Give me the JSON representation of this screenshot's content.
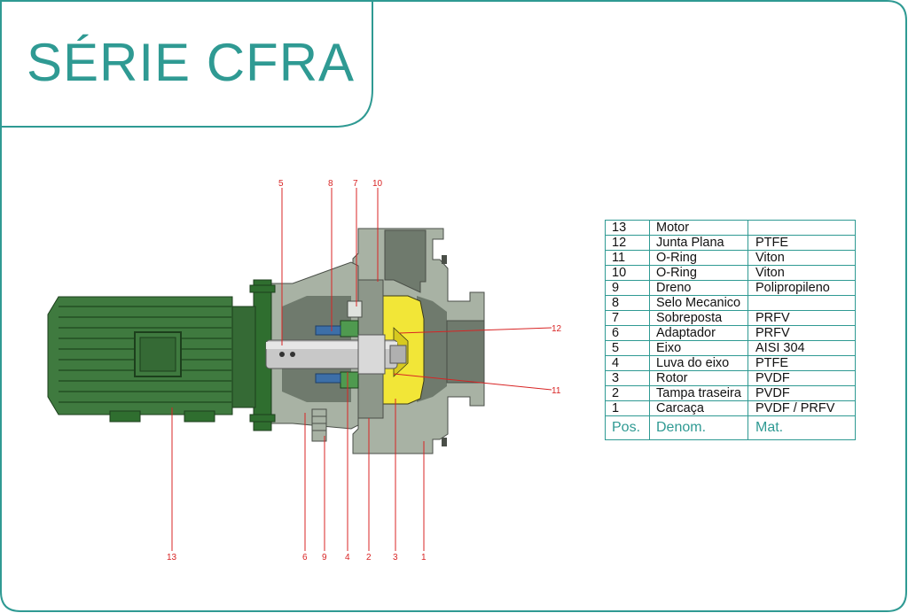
{
  "title": "SÉRIE CFRA",
  "colors": {
    "accent": "#2f9a93",
    "callout": "#d82424",
    "motor": "#3f7a3f",
    "casing": "#a8b2a4",
    "rotor": "#f2e637",
    "shaft": "#c8c8c8"
  },
  "table": {
    "rows": [
      {
        "pos": "13",
        "denom": "Motor",
        "mat": ""
      },
      {
        "pos": "12",
        "denom": "Junta Plana",
        "mat": "PTFE"
      },
      {
        "pos": "11",
        "denom": "O-Ring",
        "mat": "Viton"
      },
      {
        "pos": "10",
        "denom": "O-Ring",
        "mat": "Viton"
      },
      {
        "pos": "9",
        "denom": "Dreno",
        "mat": "Polipropileno"
      },
      {
        "pos": "8",
        "denom": "Selo Mecanico",
        "mat": ""
      },
      {
        "pos": "7",
        "denom": "Sobreposta",
        "mat": "PRFV"
      },
      {
        "pos": "6",
        "denom": "Adaptador",
        "mat": "PRFV"
      },
      {
        "pos": "5",
        "denom": "Eixo",
        "mat": "AISI 304"
      },
      {
        "pos": "4",
        "denom": "Luva do eixo",
        "mat": "PTFE"
      },
      {
        "pos": "3",
        "denom": "Rotor",
        "mat": "PVDF"
      },
      {
        "pos": "2",
        "denom": "Tampa traseira",
        "mat": "PVDF"
      },
      {
        "pos": "1",
        "denom": "Carcaça",
        "mat": "PVDF / PRFV"
      }
    ],
    "header": {
      "pos": "Pos.",
      "denom": "Denom.",
      "mat": "Mat."
    }
  },
  "callouts": {
    "c5": "5",
    "c8": "8",
    "c7": "7",
    "c10": "10",
    "c12": "12",
    "c11": "11",
    "c13": "13",
    "c6": "6",
    "c9": "9",
    "c4": "4",
    "c2": "2",
    "c3": "3",
    "c1": "1"
  }
}
